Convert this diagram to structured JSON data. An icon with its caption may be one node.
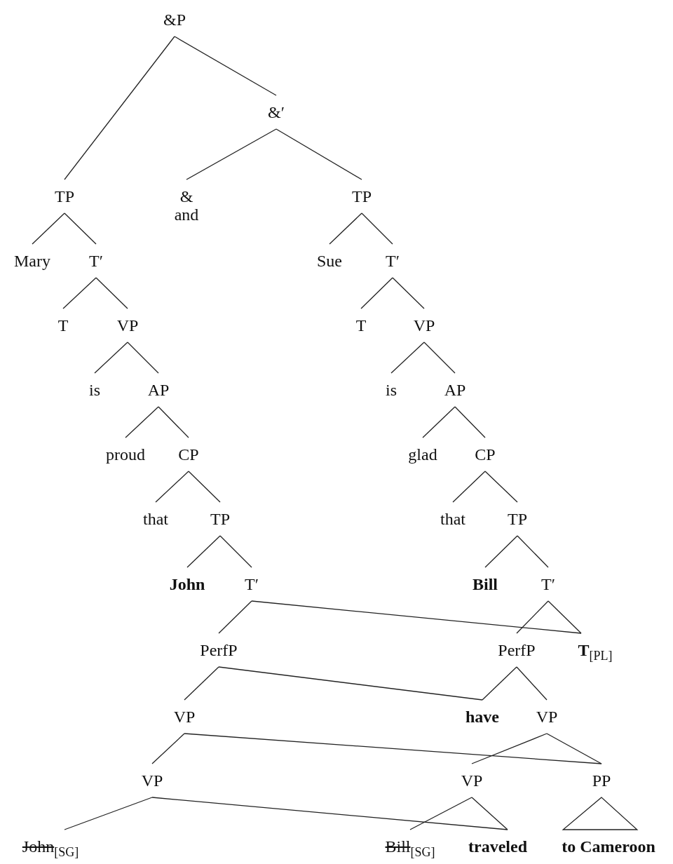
{
  "diagram": {
    "nodes": [
      {
        "text": [
          "&P"
        ]
      },
      {
        "text": [
          "&′"
        ]
      },
      {
        "text": [
          "TP"
        ]
      },
      {
        "text": [
          "&",
          "and"
        ]
      },
      {
        "text": [
          "TP"
        ]
      },
      {
        "text": [
          "Mary"
        ]
      },
      {
        "text": [
          "T′"
        ]
      },
      {
        "text": [
          "Sue"
        ]
      },
      {
        "text": [
          "T′"
        ]
      },
      {
        "text": [
          "T"
        ]
      },
      {
        "text": [
          "VP"
        ]
      },
      {
        "text": [
          "T"
        ]
      },
      {
        "text": [
          "VP"
        ]
      },
      {
        "text": [
          "is"
        ]
      },
      {
        "text": [
          "AP"
        ]
      },
      {
        "text": [
          "is"
        ]
      },
      {
        "text": [
          "AP"
        ]
      },
      {
        "text": [
          "proud"
        ]
      },
      {
        "text": [
          "CP"
        ]
      },
      {
        "text": [
          "glad"
        ]
      },
      {
        "text": [
          "CP"
        ]
      },
      {
        "text": [
          "that"
        ]
      },
      {
        "text": [
          "TP"
        ]
      },
      {
        "text": [
          "that"
        ]
      },
      {
        "text": [
          "TP"
        ]
      },
      {
        "text": [
          "John"
        ]
      },
      {
        "text": [
          "T′"
        ]
      },
      {
        "text": [
          "Bill"
        ]
      },
      {
        "text": [
          "T′"
        ]
      },
      {
        "text": [
          "PerfP"
        ]
      },
      {
        "text": [
          "PerfP"
        ]
      },
      {
        "text": [
          "**T**$_{[PL]}$"
        ]
      },
      {
        "text": [
          "VP"
        ]
      },
      {
        "text": [
          "have"
        ]
      },
      {
        "text": [
          "VP"
        ]
      },
      {
        "text": [
          "VP"
        ]
      },
      {
        "text": [
          "VP"
        ]
      },
      {
        "text": [
          "PP"
        ]
      },
      {
        "text": [
          "John$_{[SG]}$"
        ]
      },
      {
        "text": [
          "Bill$_{[SG]}$"
        ]
      },
      {
        "text": [
          "traveled"
        ]
      },
      {
        "text": [
          "to Cameroon"
        ]
      }
    ],
    "edges": [
      {
        "from": 0,
        "to": 2,
        "arrow": "none"
      },
      {
        "from": 0,
        "to": 1,
        "arrow": "none"
      },
      {
        "from": 1,
        "to": 3,
        "arrow": "none"
      },
      {
        "from": 1,
        "to": 4,
        "arrow": "none"
      },
      {
        "from": 2,
        "to": 5,
        "arrow": "none"
      },
      {
        "from": 2,
        "to": 6,
        "arrow": "none"
      },
      {
        "from": 4,
        "to": 7,
        "arrow": "none"
      },
      {
        "from": 4,
        "to": 8,
        "arrow": "none"
      },
      {
        "from": 6,
        "to": 9,
        "arrow": "none"
      },
      {
        "from": 6,
        "to": 10,
        "arrow": "none"
      },
      {
        "from": 8,
        "to": 11,
        "arrow": "none"
      },
      {
        "from": 8,
        "to": 12,
        "arrow": "none"
      },
      {
        "from": 10,
        "to": 13,
        "arrow": "none"
      },
      {
        "from": 10,
        "to": 14,
        "arrow": "none"
      },
      {
        "from": 12,
        "to": 15,
        "arrow": "none"
      },
      {
        "from": 12,
        "to": 16,
        "arrow": "none"
      },
      {
        "from": 14,
        "to": 17,
        "arrow": "none"
      },
      {
        "from": 14,
        "to": 18,
        "arrow": "none"
      },
      {
        "from": 16,
        "to": 19,
        "arrow": "none"
      },
      {
        "from": 16,
        "to": 20,
        "arrow": "none"
      },
      {
        "from": 18,
        "to": 21,
        "arrow": "none"
      },
      {
        "from": 18,
        "to": 22,
        "arrow": "none"
      },
      {
        "from": 20,
        "to": 23,
        "arrow": "none"
      },
      {
        "from": 20,
        "to": 24,
        "arrow": "none"
      },
      {
        "from": 22,
        "to": 25,
        "arrow": "none"
      },
      {
        "from": 22,
        "to": 26,
        "arrow": "none"
      },
      {
        "from": 24,
        "to": 27,
        "arrow": "none"
      },
      {
        "from": 24,
        "to": 28,
        "arrow": "none"
      },
      {
        "from": 26,
        "to": 29,
        "arrow": "none"
      },
      {
        "from": 26,
        "to": 31,
        "arrow": "none"
      },
      {
        "from": 28,
        "to": 30,
        "arrow": "none"
      },
      {
        "from": 28,
        "to": 31,
        "arrow": "none"
      },
      {
        "from": 29,
        "to": 32,
        "arrow": "none"
      },
      {
        "from": 29,
        "to": 33,
        "arrow": "none"
      },
      {
        "from": 30,
        "to": 33,
        "arrow": "none"
      },
      {
        "from": 30,
        "to": 34,
        "arrow": "none"
      },
      {
        "from": 32,
        "to": 35,
        "arrow": "none"
      },
      {
        "from": 32,
        "to": 37,
        "arrow": "none"
      },
      {
        "from": 34,
        "to": 36,
        "arrow": "none"
      },
      {
        "from": 34,
        "to": 37,
        "arrow": "none"
      },
      {
        "from": 35,
        "to": 38,
        "arrow": "none"
      },
      {
        "from": 35,
        "to": 40,
        "arrow": "none"
      },
      {
        "from": 36,
        "to": 39,
        "arrow": "none"
      },
      {
        "from": 36,
        "to": 40,
        "arrow": "none"
      },
      {
        "from": 37,
        "to": 41,
        "arrow": "none"
      }
    ]
  }
}
